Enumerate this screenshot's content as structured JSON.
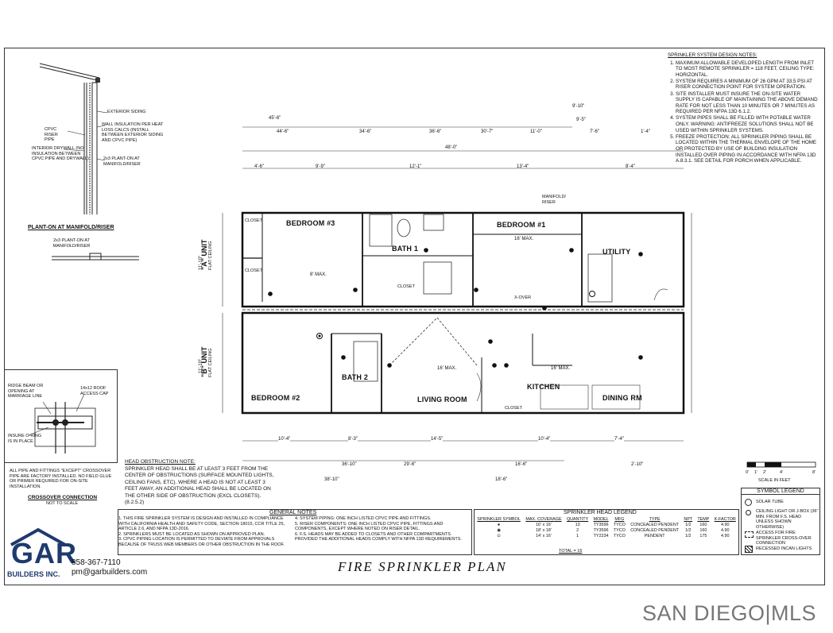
{
  "design_notes": {
    "heading": "SPRINKLER SYSTEM DESIGN NOTES:",
    "items": [
      "MAXIMUM ALLOWABLE DEVELOPED LENGTH FROM INLET TO MOST REMOTE SPRINKLER = 118 FEET, CEILING TYPE: HORIZONTAL.",
      "SYSTEM REQUIRES A MINIMUM OF 26 GPM AT 33.5 PSI AT RISER CONNECTION POINT FOR SYSTEM OPERATION.",
      "SITE INSTALLER MUST INSURE THE ON-SITE WATER SUPPLY IS CAPABLE OF MAINTAINING THE ABOVE DEMAND RATE FOR NOT LESS THAN 10 MINUTES OR 7 MINUTES AS REQUIRED PER NFPA 13D 6.1.2.",
      "SYSTEM PIPES SHALL BE FILLED WITH POTABLE WATER ONLY. WARNING: ANTIFREEZE SOLUTIONS SHALL NOT BE USED WITHIN SPRINKLER SYSTEMS.",
      "FREEZE PROTECTION: ALL SPRINKLER PIPING SHALL BE LOCATED WITHIN THE THERMAL ENVELOPE OF THE HOME OR PROTECTED BY USE OF BUILDING INSULATION INSTALLED OVER PIPING IN ACCORDANCE WITH NFPA 13D A.8.3.1. SEE DETAIL FOR PORCH WHEN APPLICABLE."
    ]
  },
  "riser_detail": {
    "labels": [
      "EXTERIOR SIDING",
      "WALL INSULATION PER HEAT LOSS CALCS (INSTALL BETWEEN EXTERIOR SIDING AND CPVC PIPE)",
      "CPVC RISER PIPE",
      "INTERIOR DRYWALL (NO INSULATION BETWEEN CPVC PIPE AND DRYWALL)",
      "2x3 PLANT-ON AT MANIFOLD/RISER"
    ],
    "title": "PLANT-ON AT MANIFOLD/RISER",
    "plan_label": "2x3 PLANT-ON AT MANIFOLD/RISER"
  },
  "crossover_detail": {
    "labels": [
      "RIDGE BEAM OR OPENING AT MARRIAGE LINE",
      "14x12 ROOF ACCESS CAP",
      "INSURE O-RING IS IN PLACE"
    ],
    "note": "ALL PIPE AND FITTINGS \"EXCEPT\" CROSSOVER PIPE ARE FACTORY INSTALLED. NO FIELD GLUE OR PRIMER REQUIRED FOR ON-SITE INSTALLATION.",
    "title": "CROSSOVER CONNECTION",
    "subtitle": "NOT TO SCALE"
  },
  "head_obstruction": {
    "heading": "HEAD OBSTRUCTION NOTE:",
    "text": "SPRINKLER HEAD SHALL BE AT LEAST 3 FEET FROM THE CENTER OF OBSTRUCTIONS (SURFACE MOUNTED LIGHTS, CEILING FANS, ETC). WHERE A HEAD IS NOT AT LEAST 3 FEET AWAY, AN ADDITIONAL HEAD SHALL BE LOCATED ON THE OTHER SIDE OF OBSTRUCTION (EXCL CLOSETS). (8.2.5.2)"
  },
  "general_notes": {
    "heading": "GENERAL NOTES",
    "left": [
      "1. THIS FIRE SPRINKLER SYSTEM IS DESIGN AND INSTALLED IN COMPLIANCE WITH CALIFORNIA HEALTH AND SAFETY CODE, SECTION 18015, CCR TITLE 25, ARTICLE 2.6, AND NFPA 13D-2016.",
      "2. SPRINKLERS MUST BE LOCATED AS SHOWN ON APPROVED PLAN.",
      "3. CPVC PIPING LOCATION IS PERMITTED TO DEVIATE FROM APPROVALS BECAUSE OF TRUSS WEB MEMBERS OR OTHER OBSTRUCTION IN THE ROOF."
    ],
    "right": [
      "4. SYSTEM PIPING: ONE INCH LISTED CPVC PIPE AND FITTINGS.",
      "5. RISER COMPONENTS: ONE INCH LISTED CPVC PIPE, FITTINGS AND COMPONENTS, EXCEPT WHERE NOTED ON RISER DETAIL.",
      "6. F.S. HEADS MAY BE ADDED TO CLOSETS AND OTHER COMPARTMENTS PROVIDED THE ADDITIONAL HEADS COMPLY WITH NFPA 13D REQUIREMENTS."
    ]
  },
  "head_legend": {
    "heading": "SPRINKLER HEAD LEGEND",
    "columns": [
      "SPRINKLER SYMBOL",
      "MAX. COVERAGE",
      "QUANTITY",
      "MODEL",
      "MFG",
      "TYPE",
      "NPT",
      "TEMP",
      "K-FACTOR"
    ],
    "rows": [
      [
        "●",
        "16' x 16'",
        "13",
        "TY3596",
        "TYCO",
        "CONCEALED PENDENT",
        "1/2",
        "160",
        "4.90"
      ],
      [
        "◉",
        "18' x 18'",
        "2",
        "TY3596",
        "TYCO",
        "CONCEALED PENDENT",
        "1/2",
        "160",
        "4.90"
      ],
      [
        "⊙",
        "14' x 16'",
        "1",
        "TY2234",
        "TYCO",
        "PENDENT",
        "1/2",
        "175",
        "4.90"
      ]
    ],
    "total": "TOTAL = 16"
  },
  "symbol_legend": {
    "heading": "SYMBOL LEGEND",
    "items": [
      "SOLAR TUBE",
      "CEILING LIGHT OR J-BOX (36\" MIN. FROM F.S. HEAD UNLESS SHOWN OTHERWISE)",
      "ACCESS FOR FIRE SPRINKLER CROSS-OVER CONNECTION",
      "RECESSED INCAN LIGHTS"
    ]
  },
  "scale": {
    "ticks": [
      "0'",
      "1'",
      "2'",
      "4'",
      "8'"
    ],
    "label": "SCALE IN FEET"
  },
  "plan": {
    "rooms": [
      "BEDROOM #3",
      "BATH 1",
      "BEDROOM #1",
      "UTILITY",
      "BEDROOM #2",
      "BATH 2",
      "LIVING ROOM",
      "KITCHEN",
      "DINING RM"
    ],
    "small_labels": [
      "CLOSET",
      "CLOSET",
      "CLOSET",
      "CLOSET",
      "X-OVER",
      "MANIFOLD/ RISER"
    ],
    "unit_a": "\"A\" UNIT",
    "unit_a_sub": "FLAT CEILING",
    "unit_b": "\"B\" UNIT",
    "unit_b_sub": "FLAT CEILING",
    "overall_dim": "48'-0\"",
    "top_dims": [
      "45'-6\"",
      "44'-6\"",
      "34'-6\"",
      "36'-6\"",
      "30'-7\"",
      "11'-0\"",
      "9'-10\"",
      "7'-6\"",
      "1'-4\"",
      "9'-5\""
    ],
    "mid_dims": [
      "4'-6\"",
      "9'-9\"",
      "12'-1\"",
      "13'-4\"",
      "8'-4\""
    ],
    "bottom_dims": [
      "10'-4\"",
      "8'-3\"",
      "14'-5\"",
      "10'-4\"",
      "7'-4\""
    ],
    "lower_dims": [
      "36'-10\"",
      "29'-6\"",
      "16'-6\"",
      "2'-10\"",
      "38'-10\"",
      "18'-6\""
    ],
    "side_dims": [
      "11'-10\"",
      "11'-10\""
    ],
    "max_labels": [
      "16' MAX.",
      "16' MAX.",
      "16' MAX.",
      "8' MAX."
    ]
  },
  "company": {
    "name": "GAR",
    "sub": "BUILDERS INC.",
    "phone": "858-367-7110",
    "email": "pm@garbuilders.com"
  },
  "sheet_title": "FIRE SPRINKLER PLAN",
  "watermark": "SAN DIEGO|MLS"
}
